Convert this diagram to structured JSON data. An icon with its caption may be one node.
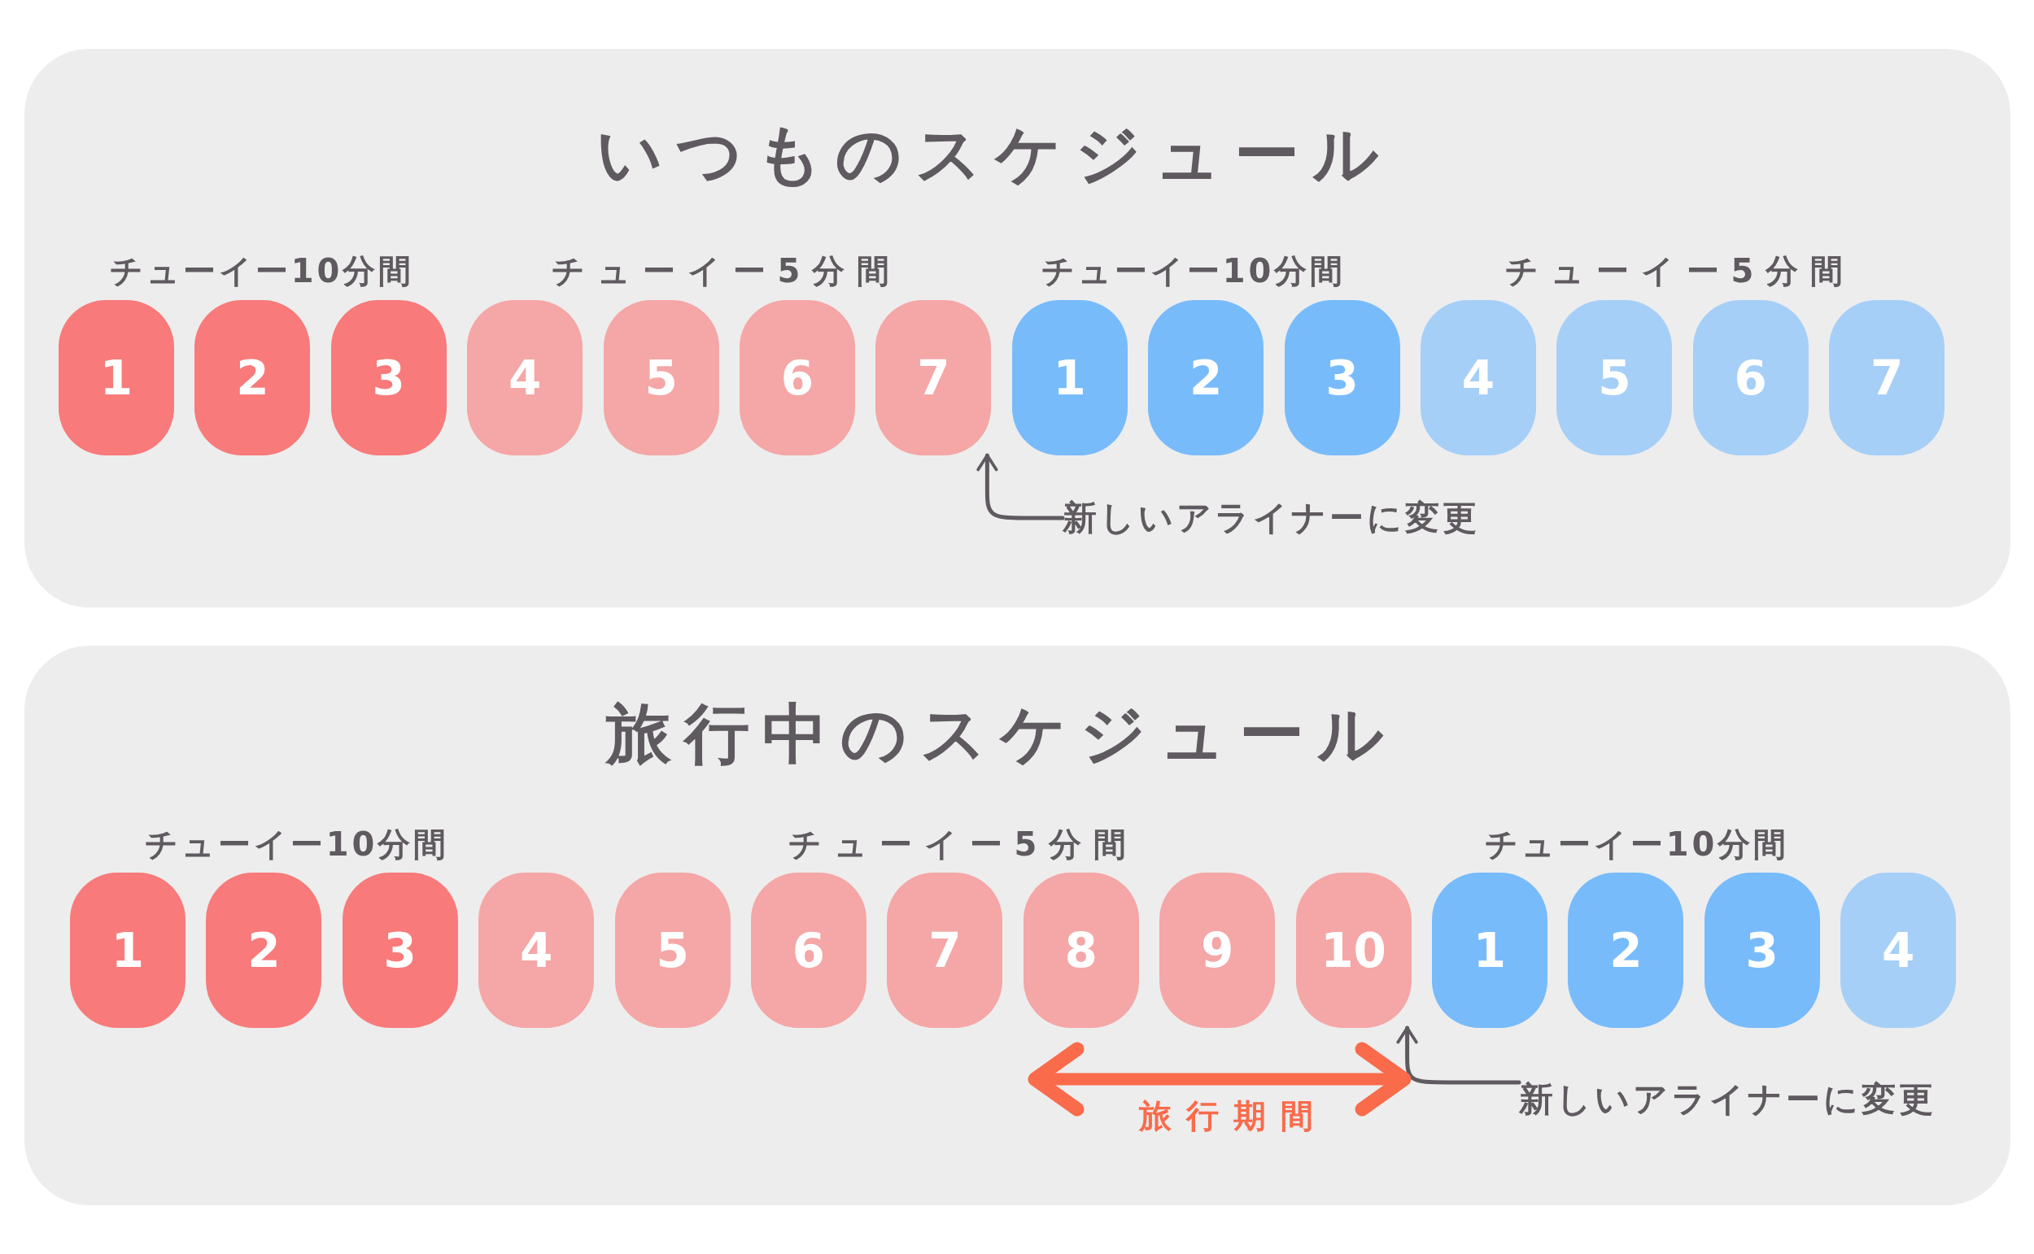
{
  "diagram": {
    "nodes": [
      {
        "text": [
          "いつものスケジュール"
        ]
      },
      {
        "text": [
          "1"
        ],
        "in": 0
      },
      {
        "text": [
          "2"
        ],
        "in": 0
      },
      {
        "text": [
          "3"
        ],
        "in": 0
      },
      {
        "text": [
          "4"
        ],
        "in": 0
      },
      {
        "text": [
          "5"
        ],
        "in": 0
      },
      {
        "text": [
          "6"
        ],
        "in": 0
      },
      {
        "text": [
          "7"
        ],
        "in": 0
      },
      {
        "text": [
          "1"
        ],
        "in": 0
      },
      {
        "text": [
          "2"
        ],
        "in": 0
      },
      {
        "text": [
          "3"
        ],
        "in": 0
      },
      {
        "text": [
          "4"
        ],
        "in": 0
      },
      {
        "text": [
          "5"
        ],
        "in": 0
      },
      {
        "text": [
          "6"
        ],
        "in": 0
      },
      {
        "text": [
          "7"
        ],
        "in": 0
      },
      {
        "text": [
          "新しいアライナーに変更"
        ],
        "in": 0
      },
      {
        "text": [
          "旅行中のスケジュール"
        ]
      },
      {
        "text": [
          "1"
        ],
        "in": 16
      },
      {
        "text": [
          "2"
        ],
        "in": 16
      },
      {
        "text": [
          "3"
        ],
        "in": 16
      },
      {
        "text": [
          "4"
        ],
        "in": 16
      },
      {
        "text": [
          "5"
        ],
        "in": 16
      },
      {
        "text": [
          "6"
        ],
        "in": 16
      },
      {
        "text": [
          "7"
        ],
        "in": 16
      },
      {
        "text": [
          "8"
        ],
        "in": 16
      },
      {
        "text": [
          "9"
        ],
        "in": 16
      },
      {
        "text": [
          "10"
        ],
        "in": 16
      },
      {
        "text": [
          "1"
        ],
        "in": 16
      },
      {
        "text": [
          "2"
        ],
        "in": 16
      },
      {
        "text": [
          "3"
        ],
        "in": 16
      },
      {
        "text": [
          "4"
        ],
        "in": 16
      },
      {
        "text": [
          "新しいアライナーに変更"
        ],
        "in": 16
      }
    ],
    "edges": [
      {
        "from": 15,
        "to": 7,
        "arrow": "to"
      },
      {
        "from": 31,
        "to": 26,
        "arrow": "to"
      }
    ],
    "labels": [
      "チューイー10分間",
      "チューイー5分間",
      "チューイー10分間",
      "チューイー5分間",
      "チューイー10分間",
      "チューイー5分間",
      "チューイー10分間",
      "旅行期間"
    ]
  }
}
